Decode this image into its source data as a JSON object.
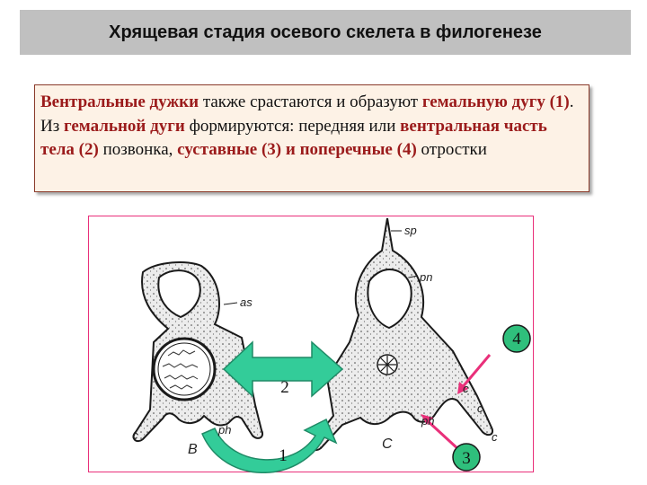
{
  "title": "Хрящевая стадия осевого скелета в филогенезе",
  "text_segments": [
    {
      "text": "Вентральные дужки",
      "hl": true
    },
    {
      "text": " также срастаются и образуют ",
      "hl": false
    },
    {
      "text": "гемальную дугу (1)",
      "hl": true
    },
    {
      "text": ". Из ",
      "hl": false
    },
    {
      "text": "гемальной дуги",
      "hl": true
    },
    {
      "text": " формируются: передняя или ",
      "hl": false
    },
    {
      "text": "вентральная часть тела (2)",
      "hl": true
    },
    {
      "text": " позвонка, ",
      "hl": false
    },
    {
      "text": "суставные (3) и поперечные (4)",
      "hl": true
    },
    {
      "text": " отростки",
      "hl": false
    }
  ],
  "figure": {
    "labels": {
      "sp": "sp",
      "pn": "pn",
      "as": "as",
      "ph_left": "ph",
      "ph_right": "ph",
      "c_left": "c",
      "c_right_side": "c",
      "c_right_bottom": "c",
      "c_mid": "c",
      "B": "B",
      "C": "C"
    },
    "markers": {
      "m1": "1",
      "m2": "2",
      "m3": "3",
      "m4": "4"
    },
    "colors": {
      "cartilage_fill": "#ececec",
      "outline": "#1a1a1a",
      "arrow_fill": "#33cc99",
      "arrow_stroke": "#1f8a66",
      "marker_fill": "#2fbf7c",
      "pointer": "#e9307a"
    }
  }
}
